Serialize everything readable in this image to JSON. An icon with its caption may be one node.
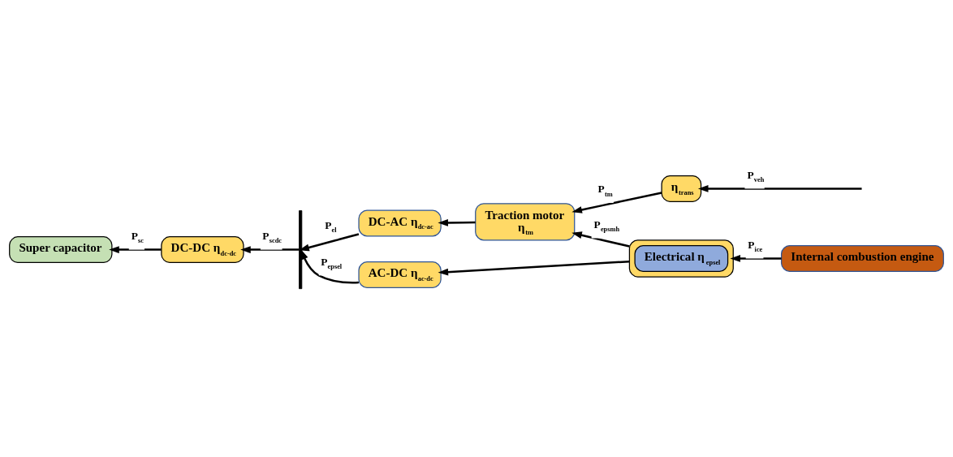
{
  "diagram": {
    "nodes": [
      {
        "text": [
          "Super capacitor"
        ]
      },
      {
        "text": [
          "DC-DC η$_{dc-dc}$"
        ]
      },
      {
        "text": [],
        "shape": "bar"
      },
      {
        "text": [
          "DC-AC η$_{dc-ac}$"
        ]
      },
      {
        "text": [
          "AC-DC η$_{ac-dc}$"
        ]
      },
      {
        "text": [
          "Traction motor",
          "η$_{tm}$"
        ]
      },
      {
        "text": [
          "η$_{trans}$"
        ]
      },
      {
        "text": [
          "Internal combustion engine"
        ]
      },
      {
        "text": [],
        "shape": "box"
      },
      {
        "text": [
          "Electrical η$_{epsel}$"
        ],
        "in": 8
      }
    ],
    "edges": [
      {
        "from": 1,
        "to": 0,
        "arrow": "to",
        "label": "P$_{sc}$"
      },
      {
        "from": 2,
        "to": 1,
        "arrow": "to",
        "label": "P$_{scdc}$"
      },
      {
        "from": 3,
        "to": 2,
        "arrow": "to",
        "label": "P$_{el}$"
      },
      {
        "from": 4,
        "to": 2,
        "arrow": "to",
        "label": "P$_{epsel}$"
      },
      {
        "from": 8,
        "to": 4,
        "arrow": "to"
      },
      {
        "from": 8,
        "to": 5,
        "arrow": "to",
        "label": "P$_{epsmh}$"
      },
      {
        "from": 5,
        "to": 3,
        "arrow": "to"
      },
      {
        "from": 6,
        "to": 5,
        "arrow": "to",
        "label": "P$_{tm}$"
      },
      {
        "from": null,
        "to": 6,
        "arrow": "to",
        "label": "P$_{veh}$"
      },
      {
        "from": 7,
        "to": 8,
        "arrow": "to",
        "label": "P$_{ice}$"
      }
    ]
  }
}
